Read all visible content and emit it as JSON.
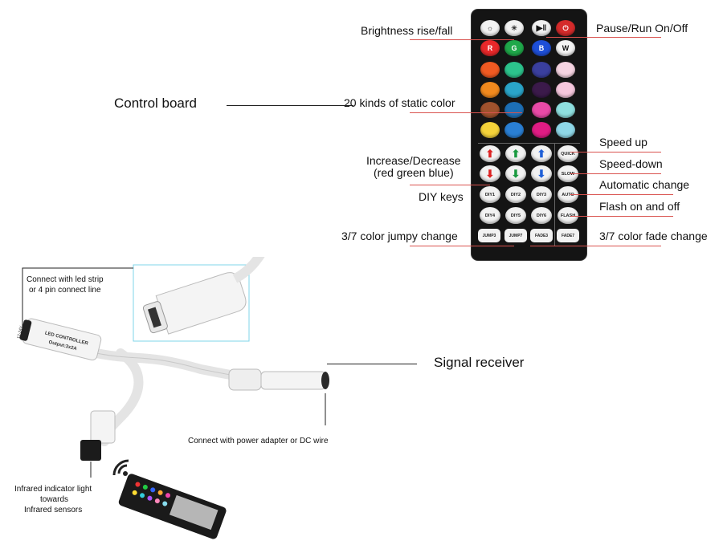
{
  "remote_labels": {
    "brightness": "Brightness rise/fall",
    "pause": "Pause/Run On/Off",
    "static": "20 kinds of static color",
    "increase_line1": "Increase/Decrease",
    "increase_line2": "(red green blue)",
    "diy": "DIY keys",
    "jumpy": "3/7 color jumpy change",
    "speed_up": "Speed up",
    "speed_down": "Speed-down",
    "auto": "Automatic change",
    "flash": "Flash on and off",
    "fade": "3/7 color fade change"
  },
  "section_labels": {
    "control_board": "Control  board",
    "signal_receiver": "Signal  receiver"
  },
  "receiver_labels": {
    "connect_strip_1": "Connect with led strip",
    "connect_strip_2": "or 4 pin connect line",
    "power": "Connect with power adapter or DC wire",
    "ir_1": "Infrared indicator light",
    "ir_2": "towards",
    "ir_3": "Infrared sensors"
  },
  "controller_text": {
    "title": "LED CONTROLLER",
    "output": "Output:3x2A",
    "voltage": "12-24V"
  },
  "buttons": {
    "r": "R",
    "g": "G",
    "b": "B",
    "w": "W",
    "quick": "QUICK",
    "slow": "SLOW",
    "auto": "AUTO",
    "flash": "FLASH",
    "diy1": "DIY1",
    "diy2": "DIY2",
    "diy3": "DIY3",
    "diy4": "DIY4",
    "diy5": "DIY5",
    "diy6": "DIY6",
    "jump3": "JUMP3",
    "jump7": "JUMP7",
    "fade3": "FADE3",
    "fade7": "FADE7"
  },
  "colors": {
    "red": "#e8282a",
    "green": "#1fa84a",
    "blue": "#1e4fd8",
    "white": "#f4f4f4",
    "leader_line": "#d9534f",
    "remote_body": "#141414"
  }
}
